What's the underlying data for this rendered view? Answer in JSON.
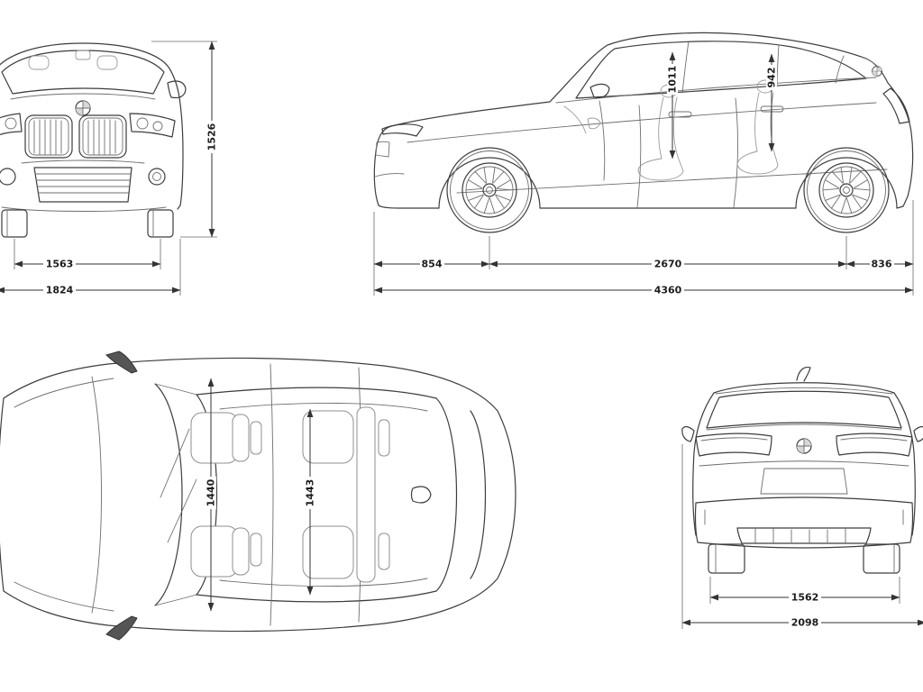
{
  "dims": {
    "front": {
      "height": "1526",
      "track": "1563",
      "width": "1824"
    },
    "side": {
      "front_interior_height": "1011",
      "rear_interior_height": "942",
      "front_overhang": "854",
      "wheelbase": "2670",
      "rear_overhang": "836",
      "length": "4360"
    },
    "top": {
      "front_width": "1440",
      "rear_width": "1443"
    },
    "rear": {
      "track": "1562",
      "width_with_mirrors": "2098"
    }
  },
  "icons": {
    "brand": "bmw-roundel"
  },
  "colors": {
    "line": "#3d3d3d",
    "dimension": "#333333",
    "background": "#ffffff"
  }
}
